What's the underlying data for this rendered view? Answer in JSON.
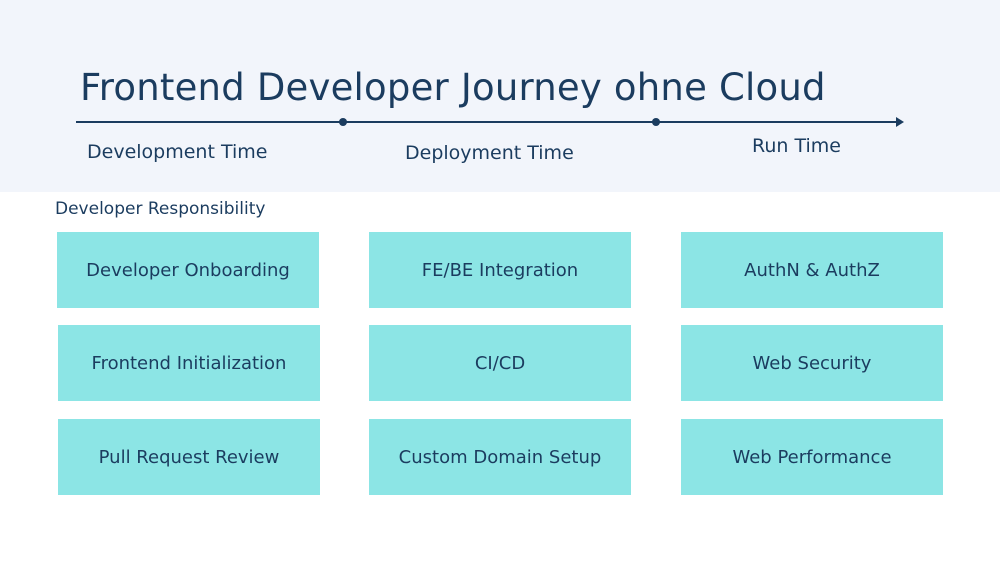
{
  "title": "Frontend Developer Journey ohne Cloud",
  "timeline": {
    "phases": [
      "Development Time",
      "Deployment Time",
      "Run Time"
    ]
  },
  "responsibility_label": "Developer Responsibility",
  "columns": [
    {
      "phase": "Development Time",
      "items": [
        "Developer Onboarding",
        "Frontend Initialization",
        "Pull Request Review"
      ]
    },
    {
      "phase": "Deployment Time",
      "items": [
        "FE/BE Integration",
        "CI/CD",
        "Custom Domain Setup"
      ]
    },
    {
      "phase": "Run Time",
      "items": [
        "AuthN & AuthZ",
        "Web Security",
        "Web Performance"
      ]
    }
  ],
  "colors": {
    "header_background": "#f2f5fb",
    "text": "#1b3c5f",
    "card": "#8ce5e5"
  }
}
